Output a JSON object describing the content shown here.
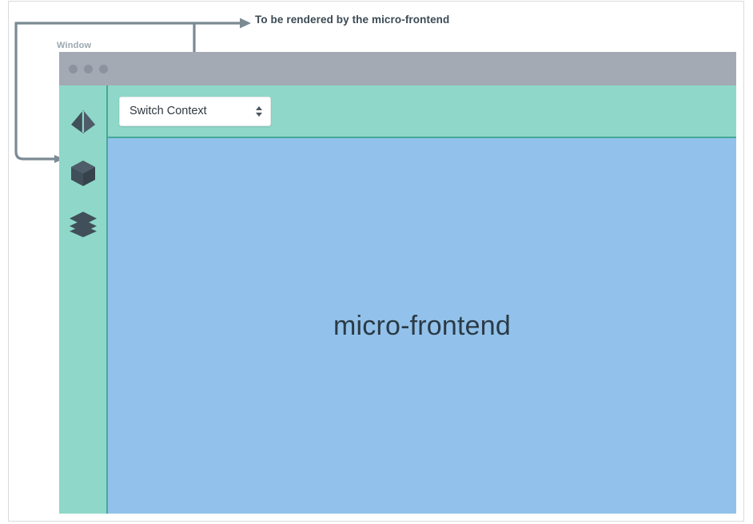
{
  "annotation": {
    "callout_text": "To be rendered by the micro-frontend",
    "arrow_icon": "arrow-right-icon",
    "connector_to_content_name": "connector-to-content",
    "connector_to_sidebar_name": "connector-to-sidebar"
  },
  "window": {
    "label": "Window",
    "titlebar": {
      "dots": [
        "close-dot",
        "minimize-dot",
        "zoom-dot"
      ]
    },
    "sidebar": {
      "items": [
        {
          "icon": "diamond-icon",
          "name": "sidebar-item-diamond"
        },
        {
          "icon": "cube-icon",
          "name": "sidebar-item-cube"
        },
        {
          "icon": "layers-icon",
          "name": "sidebar-item-layers"
        }
      ]
    },
    "topbar": {
      "select": {
        "value": "Switch Context",
        "indicator_icon": "updown-stepper-icon"
      }
    },
    "main": {
      "title": "micro-frontend"
    }
  },
  "colors": {
    "teal": "#8fd8c9",
    "teal_border": "#45a99a",
    "blue": "#92c2eb",
    "titlebar_gray": "#a3aab4",
    "dot_gray": "#8b939e",
    "connector_gray": "#7c8a94",
    "icon_dark": "#414f5a",
    "text_dark": "#2b3a45",
    "label_gray": "#9aa7b0"
  }
}
